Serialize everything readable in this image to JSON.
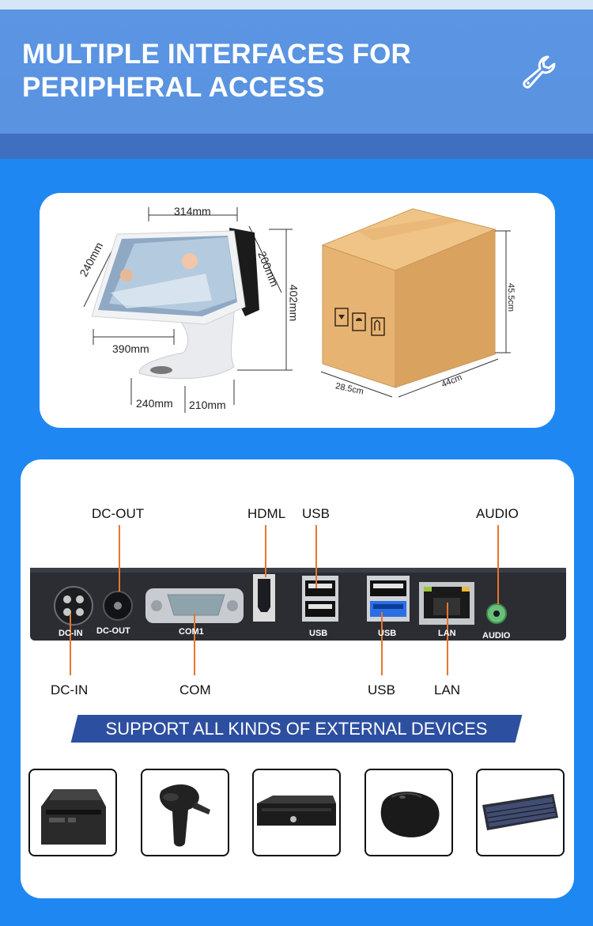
{
  "header": {
    "title_line1": "MULTIPLE INTERFACES FOR",
    "title_line2": "PERIPHERAL ACCESS",
    "icon": "wrench-icon"
  },
  "dimensions": {
    "top_width": "314mm",
    "left_depth": "240mm",
    "screen2_height": "200mm",
    "total_height": "402mm",
    "screen_width": "390mm",
    "base_depth": "240mm",
    "base_width": "210mm",
    "box_height": "45.5cm",
    "box_width": "28.5cm",
    "box_length": "44cm"
  },
  "ports": {
    "top_labels": {
      "dc_out": "DC-OUT",
      "hdmi": "HDML",
      "usb": "USB",
      "audio": "AUDIO"
    },
    "bottom_labels": {
      "dc_in": "DC-IN",
      "com": "COM",
      "usb": "USB",
      "lan": "LAN"
    },
    "panel_labels": {
      "dc_in": "DC-IN",
      "dc_out": "DC-OUT",
      "com1": "COM1",
      "usb1": "USB",
      "usb2": "USB",
      "lan": "LAN",
      "audio": "AUDIO"
    }
  },
  "banner": {
    "text": "SUPPORT ALL KINDS OF EXTERNAL DEVICES"
  },
  "devices": [
    {
      "icon": "receipt-printer-icon"
    },
    {
      "icon": "barcode-scanner-icon"
    },
    {
      "icon": "cash-drawer-icon"
    },
    {
      "icon": "mouse-icon"
    },
    {
      "icon": "keyboard-icon"
    }
  ],
  "colors": {
    "background": "#1f87f2",
    "header": "#5a93e0",
    "header_band": "#3f6fc0",
    "banner": "#2d4fa0",
    "pointer": "#e8762b",
    "panel": "#2b2d33"
  }
}
